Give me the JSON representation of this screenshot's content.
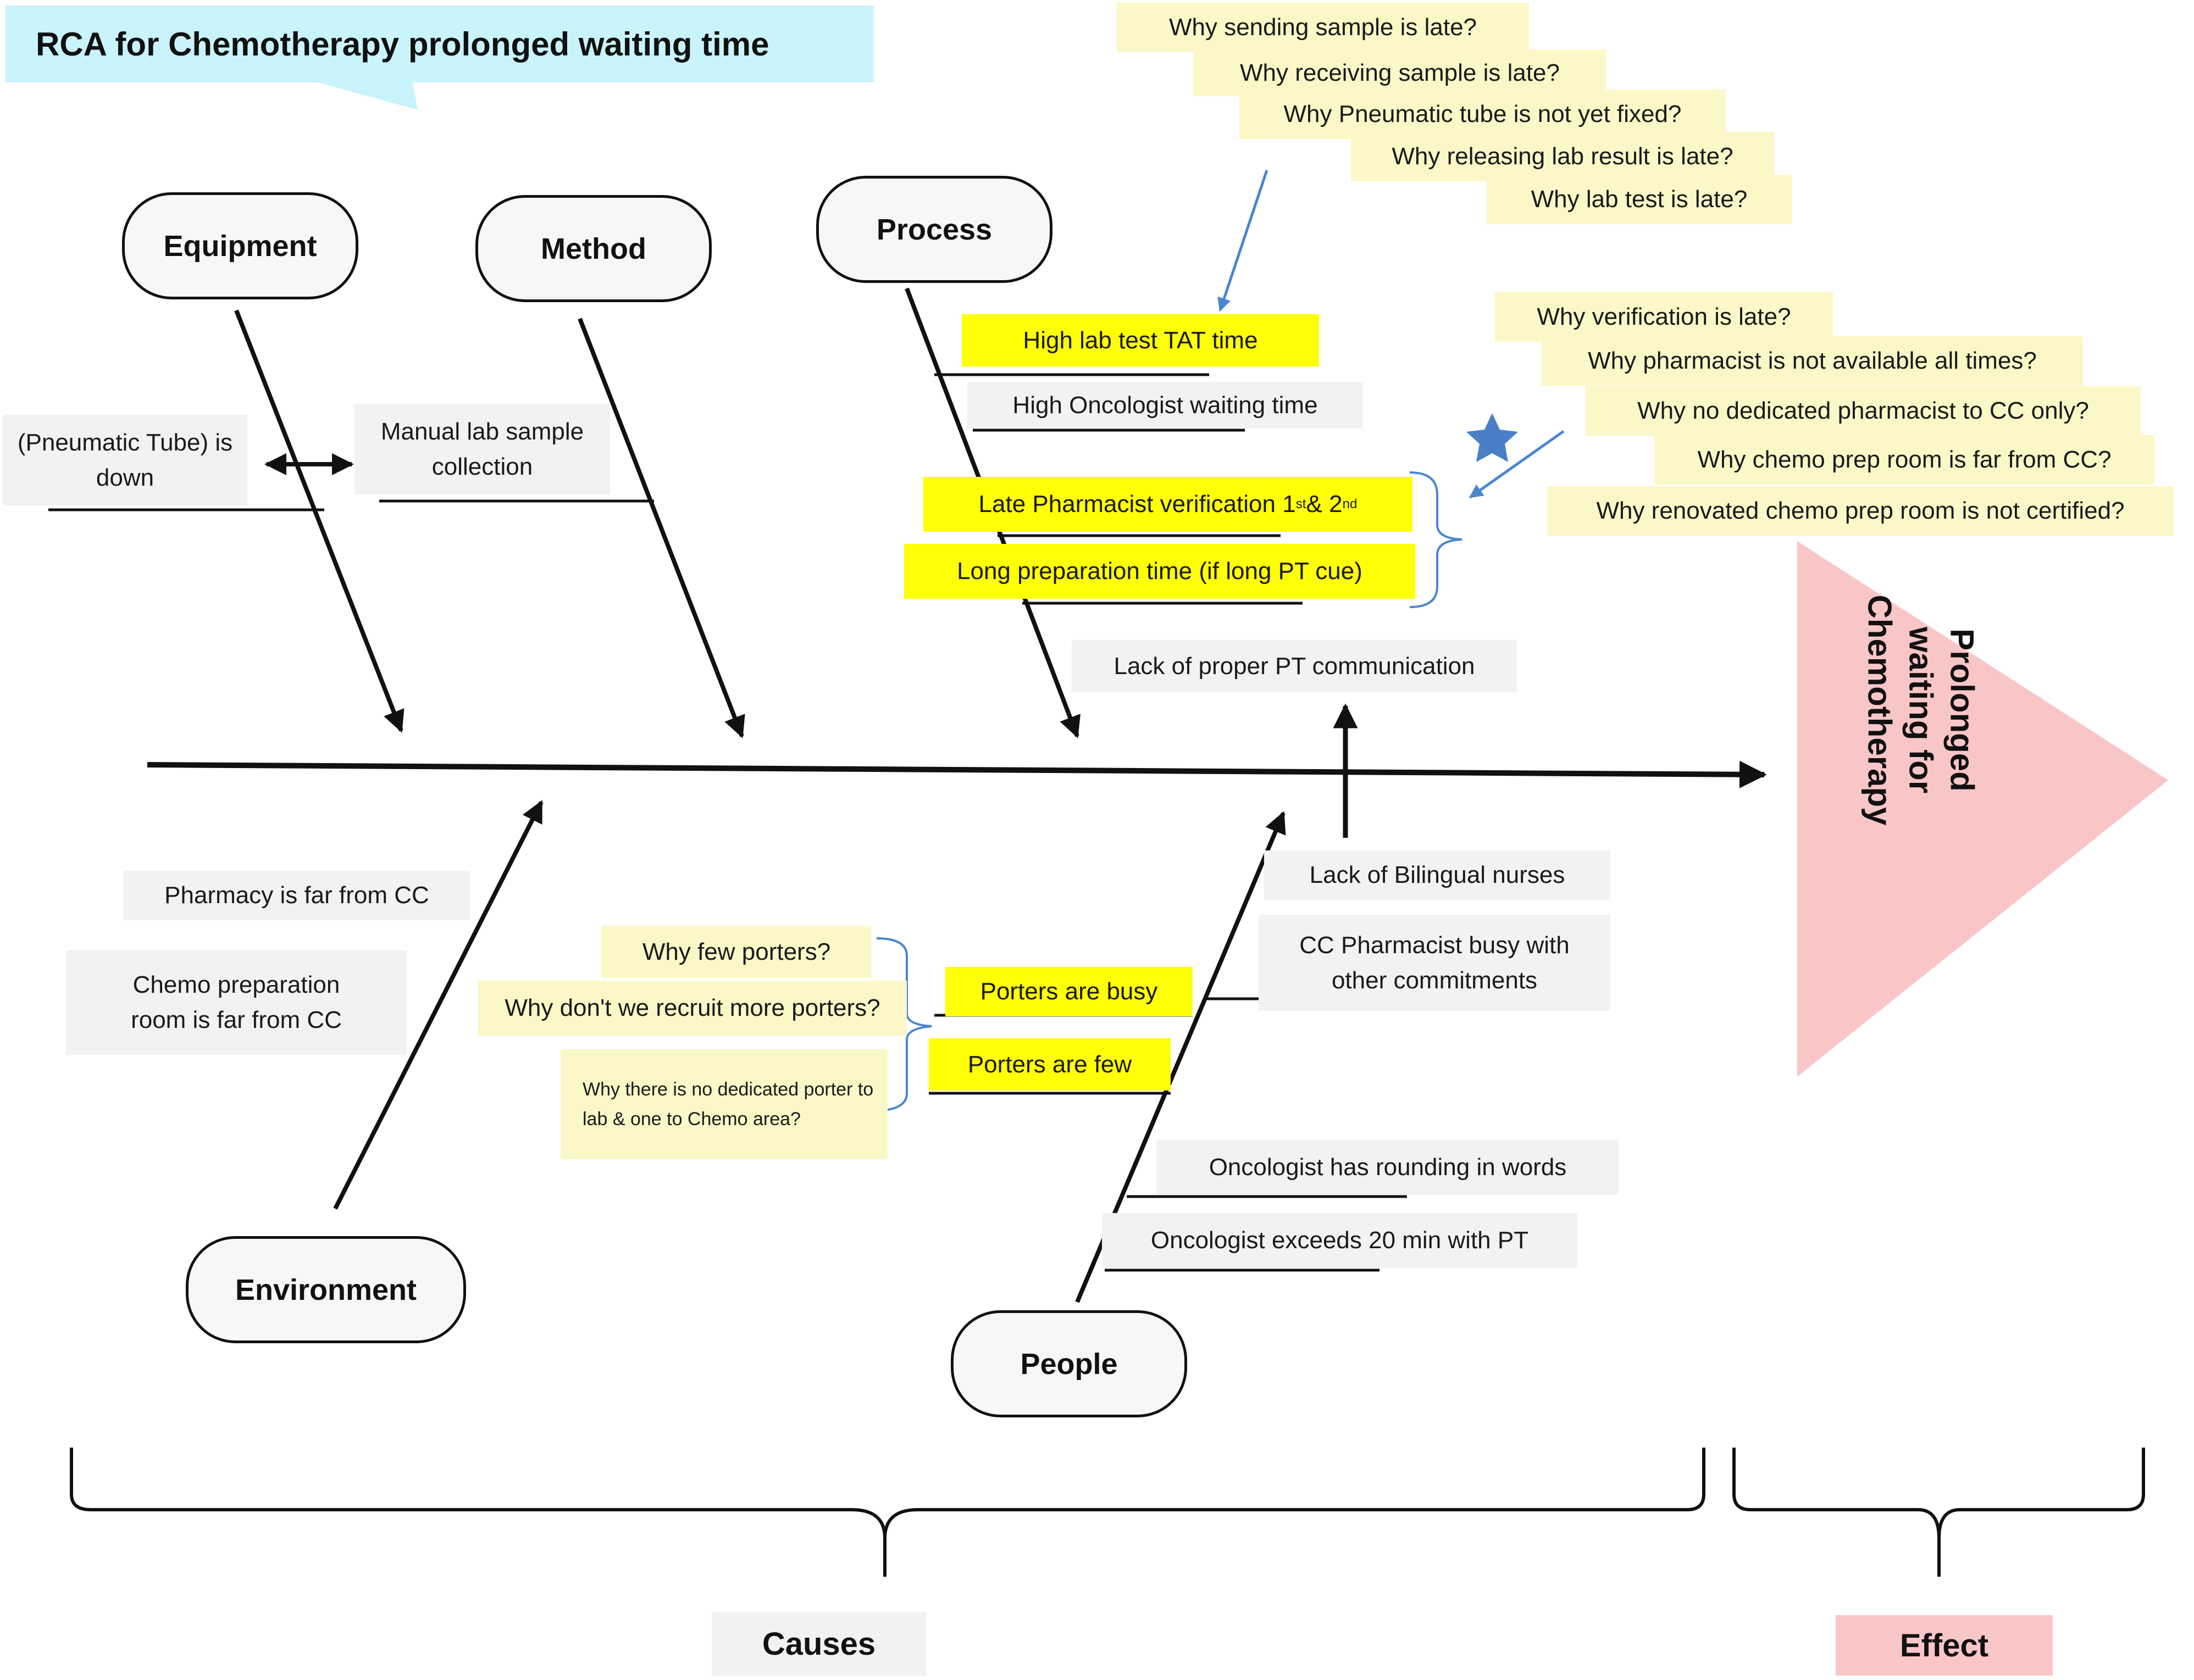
{
  "title": "RCA for Chemotherapy prolonged waiting time",
  "effect": "Prolonged waiting for Chemotherapy",
  "categories": {
    "equipment": "Equipment",
    "method": "Method",
    "process": "Process",
    "environment": "Environment",
    "people": "People"
  },
  "causes": {
    "equipment": [
      "(Pneumatic Tube) is down"
    ],
    "method": [
      "Manual lab sample collection"
    ],
    "process": [
      "High lab test TAT time",
      "High Oncologist waiting time",
      "Late Pharmacist verification 1",
      "Long preparation time (if long PT cue)",
      "Lack of proper PT communication"
    ],
    "process_ordinals": {
      "first": "st",
      "middle": " & 2",
      "second": "nd"
    },
    "environment": [
      "Pharmacy is far from CC",
      "Chemo preparation room is far from CC"
    ],
    "people": [
      "Lack of Bilingual nurses",
      "CC Pharmacist busy with other commitments",
      "Porters are busy",
      "Porters are few",
      "Oncologist has rounding in words",
      "Oncologist exceeds 20 min with PT"
    ]
  },
  "whys": {
    "lab": [
      "Why sending sample is late?",
      "Why receiving sample is late?",
      "Why Pneumatic tube is not yet fixed?",
      "Why releasing lab result is late?",
      "Why lab test is late?"
    ],
    "pharmacist": [
      "Why verification is late?",
      "Why pharmacist is not available all times?",
      "Why no dedicated pharmacist to CC only?",
      "Why chemo prep room is far from CC?",
      "Why renovated chemo prep room is not certified?"
    ],
    "porters": [
      "Why few porters?",
      "Why don't we recruit more porters?",
      "Why there is no dedicated porter to lab & one to Chemo area?"
    ]
  },
  "bottom": {
    "causes": "Causes",
    "effect": "Effect"
  },
  "colors": {
    "title_bg": "#c9f4fb",
    "effect_bg": "#f9c6c8",
    "highlight": "#ffff05",
    "why_bg": "#fcf7c7",
    "cause_bg": "#f2f2f2",
    "star": "#4a7fc8",
    "pointer": "#4a86d0"
  }
}
